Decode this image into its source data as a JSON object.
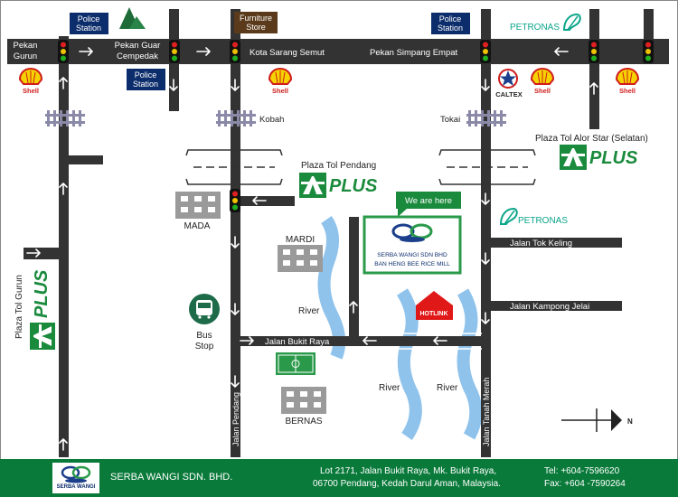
{
  "places": {
    "pekan_gurun": [
      "Pekan",
      "Gurun"
    ],
    "pekan_guar_cempedak": [
      "Pekan Guar",
      "Cempedak"
    ],
    "kota_sarang_semut": "Kota Sarang Semut",
    "pekan_simpang_empat": "Pekan Simpang Empat",
    "kobah": "Kobah",
    "tokai": "Tokai",
    "mada": "MADA",
    "mardi": "MARDI",
    "bernas": "BERNAS",
    "bus_stop": [
      "Bus",
      "Stop"
    ]
  },
  "police_station": [
    "Police",
    "Station"
  ],
  "furniture_store": [
    "Furniture",
    "Store"
  ],
  "brands": {
    "shell": "Shell",
    "caltex": "CALTEX",
    "petronas": "PETRONAS",
    "hotlink": "HOTLINK",
    "plus": "PLUS"
  },
  "toll_plazas": {
    "pendang": "Plaza Tol Pendang",
    "alor_star": "Plaza Tol Alor Star (Selatan)",
    "gurun": "Plaza Tol Gurun"
  },
  "roads": {
    "tok_keling": "Jalan Tok Keling",
    "kampong_jelai": "Jalan Kampong Jelai",
    "bukit_raya": "Jalan Bukit Raya",
    "pendang": "Jalan Pendang",
    "tanah_merah": "Jalan Tanah Merah"
  },
  "river_label": "River",
  "we_are_here": "We are here",
  "destination": {
    "company": "SERBA WANGI SDN BHD",
    "mill": "BAN HENG BEE RICE MILL"
  },
  "compass_label": "N",
  "footer": {
    "logo_text": "SERBA WANGI",
    "company": "SERBA WANGI SDN. BHD.",
    "address_line1": "Lot 2171, Jalan Bukit Raya, Mk. Bukit Raya,",
    "address_line2": "06700 Pendang, Kedah Darul Aman, Malaysia.",
    "tel": "Tel: +604-7596620",
    "fax": "Fax: +604 -7590264"
  },
  "colors": {
    "road": "#333333",
    "river": "#8fc3ec",
    "plus_green": "#1a8a3c",
    "petronas_green": "#0aa58a",
    "police_blue": "#0c2d6b",
    "furniture_brown": "#5a3a1a",
    "footer_green": "#0a7a3a",
    "destination_green": "#2a9a4a",
    "building_gray": "#9a9a9a"
  }
}
